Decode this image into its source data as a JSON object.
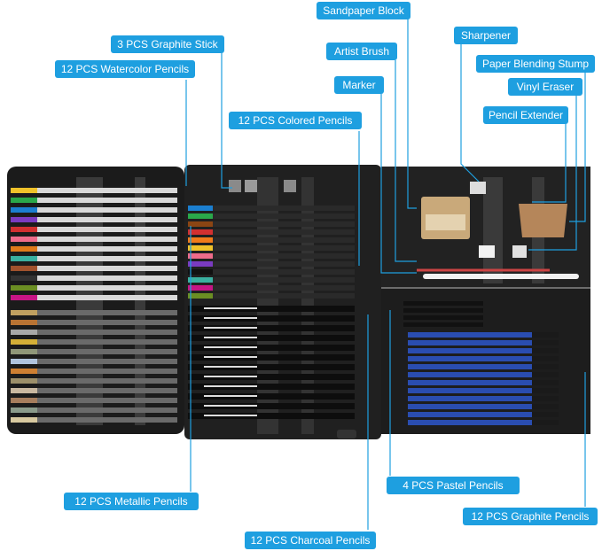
{
  "colors": {
    "label_bg": "#1e9fe0",
    "label_text": "#ffffff",
    "leader_line": "#1e9fe0",
    "case_dark": "#1b1b1b"
  },
  "callouts": {
    "sandpaper_block": "Sandpaper Block",
    "graphite_stick": "3 PCS Graphite Stick",
    "artist_brush": "Artist Brush",
    "sharpener": "Sharpener",
    "paper_blending_stump": "Paper Blending Stump",
    "watercolor_pencils": "12 PCS Watercolor Pencils",
    "vinyl_eraser": "Vinyl Eraser",
    "marker": "Marker",
    "pencil_extender": "Pencil Extender",
    "colored_pencils": "12 PCS Colored Pencils",
    "metallic_pencils": "12 PCS Metallic Pencils",
    "pastel_pencils": "4 PCS Pastel Pencils",
    "graphite_pencils": "12 PCS Graphite Pencils",
    "charcoal_pencils": "12 PCS Charcoal Pencils"
  }
}
